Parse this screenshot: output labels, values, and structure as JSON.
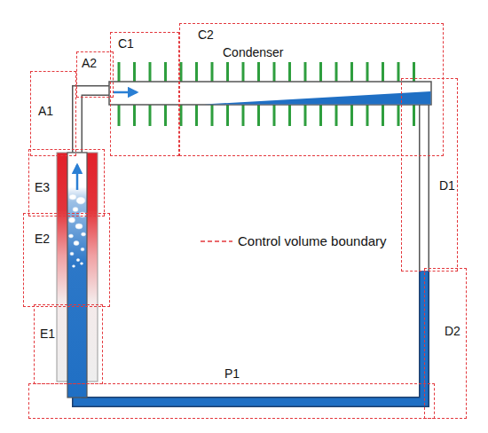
{
  "diagram": {
    "nodes": [
      {
        "text": [
          "A1"
        ]
      },
      {
        "text": [
          "A2"
        ]
      },
      {
        "text": [
          "C1"
        ]
      },
      {
        "text": [
          "C2",
          "Condenser"
        ]
      },
      {
        "text": [
          "E3"
        ]
      },
      {
        "text": [
          "E2"
        ]
      },
      {
        "text": [
          "E1"
        ]
      },
      {
        "text": [
          "D1"
        ]
      },
      {
        "text": [
          "D2"
        ]
      },
      {
        "text": [
          "P1"
        ]
      }
    ],
    "legend": [
      {
        "text": "Control volume boundary"
      }
    ]
  }
}
